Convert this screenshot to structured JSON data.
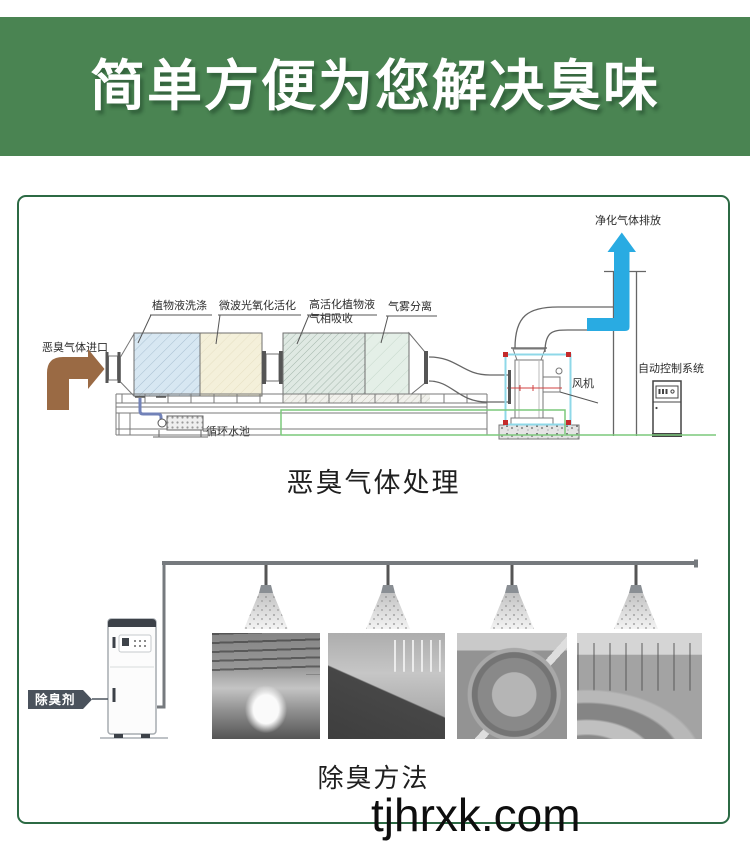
{
  "banner": {
    "title": "简单方便为您解决臭味"
  },
  "panel": {
    "treatment": {
      "caption": "恶臭气体处理",
      "labels": {
        "inlet": "恶臭气体进口",
        "stage1": "植物液洗涤",
        "stage2": "微波光氧化活化",
        "stage3": "高活化植物液\n气相吸收",
        "stage4": "气雾分离",
        "outlet": "净化气体排放",
        "fan": "风机",
        "control_system": "自动控制系统",
        "water_pool": "循环水池"
      }
    },
    "method": {
      "caption": "除臭方法",
      "dispenser_tag": "除臭剂",
      "photos": [
        {
          "name": "factory-interior-spraying"
        },
        {
          "name": "workshop-conveyor-equipment"
        },
        {
          "name": "circular-clarifier-tank"
        },
        {
          "name": "outdoor-aeration-channels"
        }
      ]
    }
  },
  "watermark": "tjhrxk.com",
  "colors": {
    "banner_green": "#4a8452",
    "panel_border_green": "#2c6a44",
    "exhaust_arrow_blue": "#29abe2",
    "inlet_arrow_brown": "#9a6a44",
    "fan_frame_cyan": "#8fd8e8",
    "corner_marker_red": "#c42b2b",
    "return_pipe_green": "#7cc87c",
    "tag_slate": "#4a525c"
  }
}
